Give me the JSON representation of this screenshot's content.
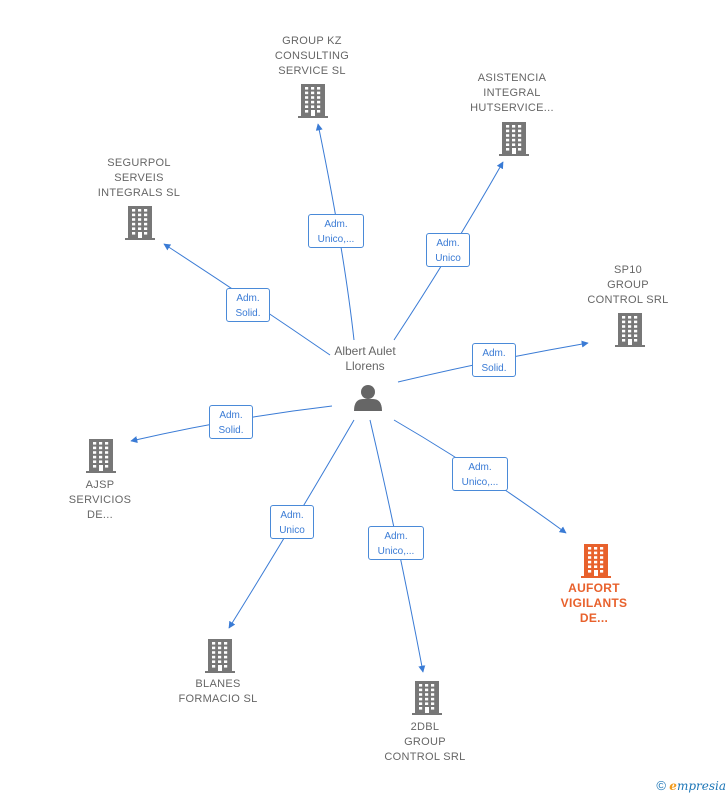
{
  "center": {
    "name": "Albert Aulet\nLlorens",
    "icon": "person-icon"
  },
  "nodes": [
    {
      "id": "group-kz",
      "label": "GROUP KZ\nCONSULTING\nSERVICE  SL",
      "icon": "building-icon",
      "highlight": false,
      "edge": "Adm.\nUnico,..."
    },
    {
      "id": "asistencia",
      "label": "ASISTENCIA\nINTEGRAL\nHUTSERVICE...",
      "icon": "building-icon",
      "highlight": false,
      "edge": "Adm.\nUnico"
    },
    {
      "id": "segurpol",
      "label": "SEGURPOL\nSERVEIS\nINTEGRALS  SL",
      "icon": "building-icon",
      "highlight": false,
      "edge": "Adm.\nSolid."
    },
    {
      "id": "sp10",
      "label": "SP10\nGROUP\nCONTROL SRL",
      "icon": "building-icon",
      "highlight": false,
      "edge": "Adm.\nSolid."
    },
    {
      "id": "ajsp",
      "label": "AJSP\nSERVICIOS\nDE...",
      "icon": "building-icon",
      "highlight": false,
      "edge": "Adm.\nSolid."
    },
    {
      "id": "aufort",
      "label": "AUFORT\nVIGILANTS\nDE...",
      "icon": "building-icon",
      "highlight": true,
      "edge": "Adm.\nUnico,..."
    },
    {
      "id": "blanes",
      "label": "BLANES\nFORMACIO  SL",
      "icon": "building-icon",
      "highlight": false,
      "edge": "Adm.\nUnico"
    },
    {
      "id": "2dbl",
      "label": "2DBL\nGROUP\nCONTROL SRL",
      "icon": "building-icon",
      "highlight": false,
      "edge": "Adm.\nUnico,..."
    }
  ],
  "colors": {
    "edge": "#3a7bd5",
    "building": "#777777",
    "highlight": "#e8612c",
    "person": "#666666"
  },
  "footer": {
    "copyright": "©",
    "brand": "mpresia",
    "brand_initial": "e"
  }
}
